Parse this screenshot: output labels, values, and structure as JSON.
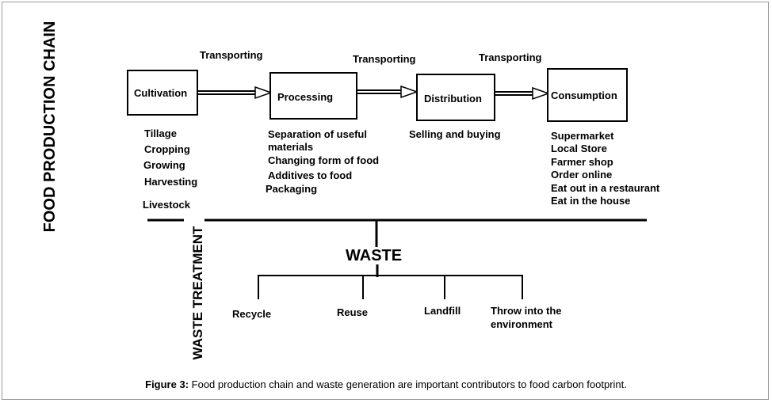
{
  "vertical_title": "FOOD PRODUCTION CHAIN",
  "waste_title": "WASTE TREATMENT",
  "stages": [
    "Cultivation",
    "Processing",
    "Distribution",
    "Consumption"
  ],
  "transport_label": "Transporting",
  "cultivation_items": [
    "Tillage",
    "Cropping",
    "Growing",
    "Harvesting",
    "Livestock"
  ],
  "processing_items": [
    "Separation of useful",
    "materials",
    "Changing form of food",
    "Additives to food",
    "Packaging"
  ],
  "distribution_items": [
    "Selling and buying"
  ],
  "consumption_items": [
    "Supermarket",
    "Local Store",
    "Farmer shop",
    "Order online",
    "Eat out in a restaurant",
    "Eat in the house"
  ],
  "waste_label": "WASTE",
  "waste_branches": [
    "Recycle",
    "Reuse",
    "Landfill",
    "Throw into the",
    "environment"
  ],
  "caption": {
    "label": "Figure 3:",
    "text": " Food production chain and waste generation are important contributors to food carbon footprint."
  }
}
